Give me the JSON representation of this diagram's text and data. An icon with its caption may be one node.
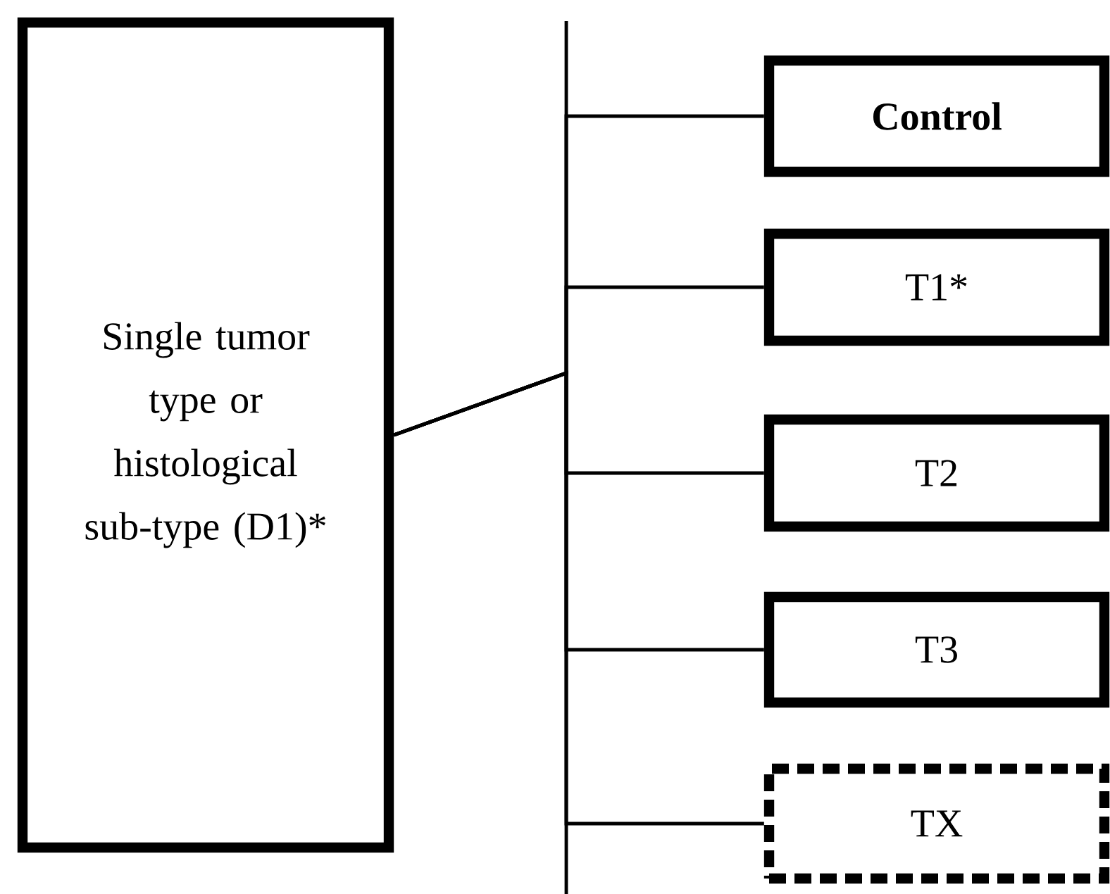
{
  "diagram": {
    "nodes": [
      {
        "text": [
          "Single tumor type or histological sub-type (D1)*"
        ]
      },
      {
        "text": [
          "Control"
        ]
      },
      {
        "text": [
          "T1*"
        ]
      },
      {
        "text": [
          "T2"
        ]
      },
      {
        "text": [
          "T3"
        ]
      },
      {
        "text": [
          "TX"
        ]
      }
    ],
    "edges": [
      {
        "from": 0,
        "to": 1,
        "arrow": "none"
      },
      {
        "from": 0,
        "to": 2,
        "arrow": "none"
      },
      {
        "from": 0,
        "to": 3,
        "arrow": "none"
      },
      {
        "from": 0,
        "to": 4,
        "arrow": "none"
      },
      {
        "from": 0,
        "to": 5,
        "arrow": "none"
      }
    ]
  }
}
